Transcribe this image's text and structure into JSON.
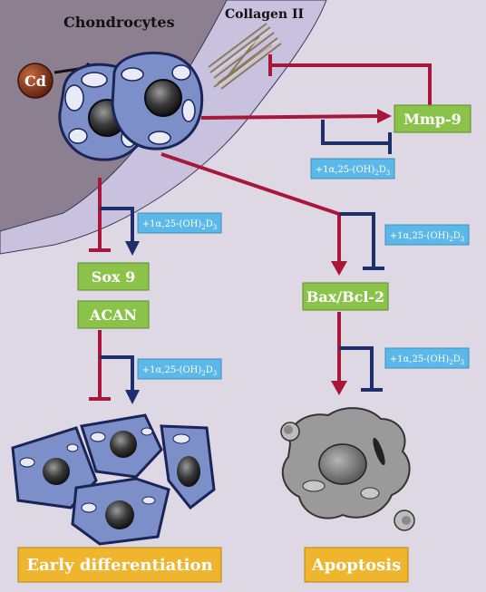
{
  "title_chondrocytes": "Chondrocytes",
  "title_collagen": "Collagen II",
  "cd_label": "Cd",
  "mmp9_label": "Mmp-9",
  "sox9_label": "Sox 9",
  "acan_label": "ACAN",
  "bax_label": "Bax/Bcl-2",
  "early_diff_label": "Early differentiation",
  "apoptosis_label": "Apoptosis",
  "vitd_prefix": "+1α,25-(OH)",
  "vitd_sub1": "2",
  "vitd_mid": "D",
  "vitd_sub2": "3",
  "colors": {
    "background": "#ddd8e3",
    "tissue": "#c8c2df",
    "cartilage_dark": "#8c7f8f",
    "green_box": "#8bc34a",
    "blue_box": "#5bb8e8",
    "yellow_box": "#f0b52f",
    "red_arrow": "#a8163a",
    "navy_arrow": "#1f2f6b",
    "cell_fill": "#7d8fc9",
    "apoptotic_fill": "#9a9a9a"
  }
}
